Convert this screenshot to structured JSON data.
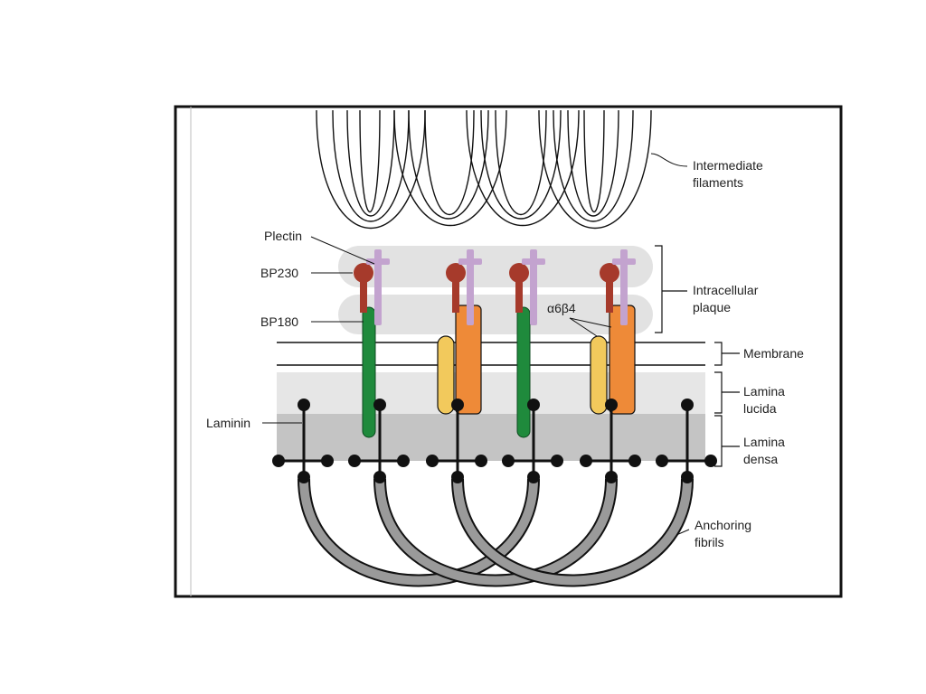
{
  "labels": {
    "intermediate_filaments": [
      "Intermediate",
      "filaments"
    ],
    "intracellular_plaque": [
      "Intracellular",
      "plaque"
    ],
    "membrane": [
      "Membrane"
    ],
    "lamina_lucida": [
      "Lamina",
      "lucida"
    ],
    "lamina_densa": [
      "Lamina",
      "densa"
    ],
    "anchoring_fibrils": [
      "Anchoring",
      "fibrils"
    ],
    "plectin": "Plectin",
    "bp230": "BP230",
    "bp180": "BP180",
    "laminin": "Laminin",
    "integrin": "α6β4"
  },
  "colors": {
    "frame": "#111111",
    "plaque": "#e2e2e2",
    "lamina_lucida": "#e6e6e6",
    "lamina_densa": "#c4c4c4",
    "bp230": "#a63a2b",
    "plectin": "#c3a3cf",
    "bp180": "#1f8a3c",
    "beta4": "#ee8a38",
    "alpha6": "#f2c95c",
    "fibril": "#9a9a9a",
    "laminin": "#111111"
  }
}
